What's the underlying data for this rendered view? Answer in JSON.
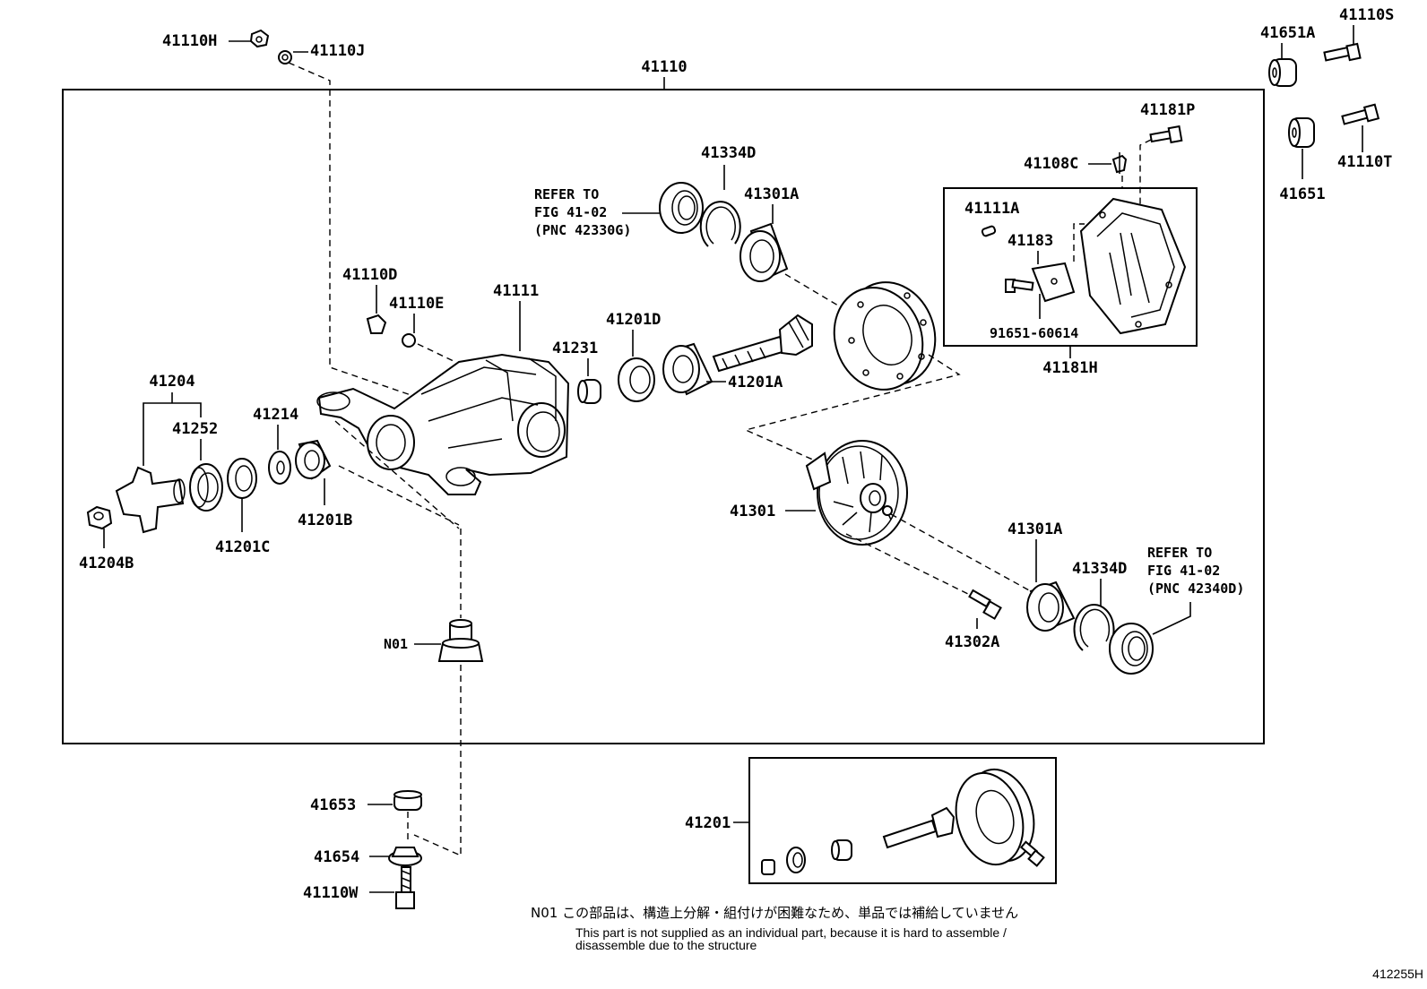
{
  "labels": {
    "p41110": "41110",
    "p41110H": "41110H",
    "p41110J": "41110J",
    "p41110S": "41110S",
    "p41651A": "41651A",
    "p41651": "41651",
    "p41110T": "41110T",
    "p41181P": "41181P",
    "p41108C": "41108C",
    "p41111A": "41111A",
    "p41183": "41183",
    "p91651_60614": "91651-60614",
    "p41181H": "41181H",
    "p41334D_top": "41334D",
    "p41301A_top": "41301A",
    "p41110D": "41110D",
    "p41110E": "41110E",
    "p41111": "41111",
    "p41201D": "41201D",
    "p41231": "41231",
    "p41201A": "41201A",
    "p41204": "41204",
    "p41252": "41252",
    "p41214": "41214",
    "p41201B": "41201B",
    "p41201C": "41201C",
    "p41204B": "41204B",
    "p41301": "41301",
    "p41301A_bot": "41301A",
    "p41334D_bot": "41334D",
    "p41302A": "41302A",
    "pN01": "N01",
    "p41653": "41653",
    "p41654": "41654",
    "p41110W": "41110W",
    "p41201": "41201"
  },
  "refer_top": {
    "line1": "REFER TO",
    "line2": "FIG 41-02",
    "line3": "(PNC 42330G)"
  },
  "refer_bottom": {
    "line1": "REFER TO",
    "line2": "FIG 41-02",
    "line3": "(PNC 42340D)"
  },
  "note": {
    "jp": "N01 この部品は、構造上分解・組付けが困難なため、単品では補給していません",
    "en_line1": "This part is not supplied as an individual part, because it is hard to assemble /",
    "en_line2": "disassemble due to the structure"
  },
  "figure_id": "412255H"
}
